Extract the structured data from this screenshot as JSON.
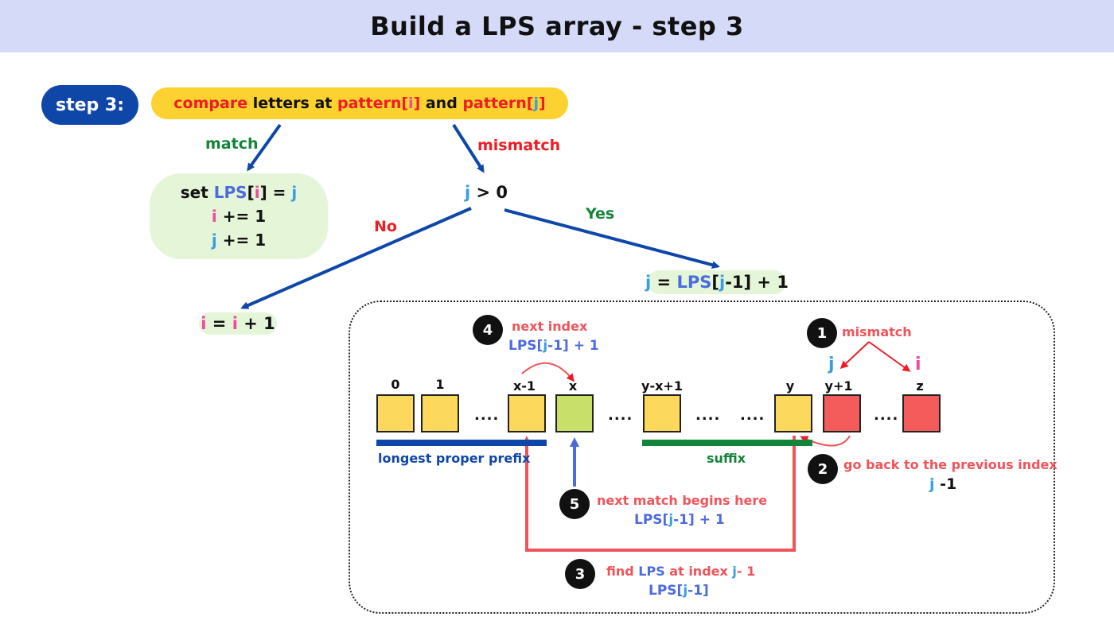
{
  "title": "Build a LPS array - step 3",
  "step_label": "step 3:",
  "compare": {
    "t1": "compare",
    "t2": " letters at ",
    "t3": "pattern[",
    "t4": "i",
    "t5": "]",
    "t6": " and ",
    "t7": "pattern[",
    "t8": "j",
    "t9": "]"
  },
  "branch": {
    "match": "match",
    "mismatch": "mismatch",
    "no": "No",
    "yes": "Yes"
  },
  "match_box": {
    "l1_set": "set ",
    "l1_lps": "LPS",
    "l1_open": "[",
    "l1_i": "i",
    "l1_close": "] = ",
    "l1_j": "j",
    "l2_i": "i",
    "l2_rest": " += 1",
    "l3_j": "j",
    "l3_rest": " += 1"
  },
  "condition": {
    "j": "j",
    "rest": " > 0"
  },
  "yes_result": {
    "j": "j",
    "eq": " = ",
    "lps": "LPS",
    "open": "[",
    "j2": "j",
    "rest": "-1] + 1"
  },
  "no_result": {
    "i": "i",
    "eq": " = ",
    "i2": "i",
    "rest": " + 1"
  },
  "array": {
    "indices": {
      "i0": "0",
      "i1": "1",
      "ixm1": "x-1",
      "ix": "x",
      "iyx1": "y-x+1",
      "iy": "y",
      "iy1": "y+1",
      "iz": "z"
    },
    "dots": "....",
    "pointer_j": "j",
    "pointer_i": "i",
    "prefix_label": "longest proper prefix",
    "suffix_label": "suffix"
  },
  "steps": {
    "s1": {
      "num": "1",
      "text": "mismatch"
    },
    "s2": {
      "num": "2",
      "text": "go back to the previous index",
      "sub_j": "j",
      "sub_rest": " -1"
    },
    "s3": {
      "num": "3",
      "t1": "find ",
      "lps": "LPS",
      "t2": " at index ",
      "j": "j",
      "t3": "- 1",
      "sub_lps": "LPS",
      "sub_open": "[",
      "sub_j": "j",
      "sub_rest": "-1]"
    },
    "s4": {
      "num": "4",
      "text": "next index",
      "sub_lps": "LPS",
      "sub_open": "[",
      "sub_j": "j",
      "sub_rest": "-1] + 1"
    },
    "s5": {
      "num": "5",
      "text": "next match begins here",
      "sub_lps": "LPS",
      "sub_open": "[",
      "sub_j": "j",
      "sub_rest": "-1] + 1"
    }
  },
  "colors": {
    "header_bg": "#d4daf8",
    "step_pill": "#0f47a9",
    "compare_pill": "#fbd22f",
    "green_box": "#e4f5d8",
    "cell_yellow": "#fcd95c",
    "cell_green": "#c8df6a",
    "cell_red": "#f45b5b",
    "arrow_blue": "#0f47a9",
    "arrow_red": "#f0545a"
  }
}
